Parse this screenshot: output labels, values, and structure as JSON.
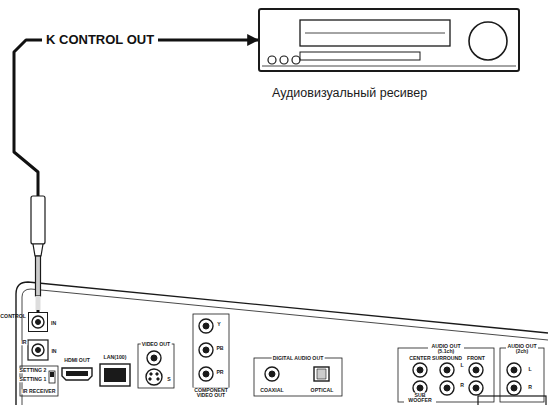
{
  "diagram": {
    "nodes": [
      {
        "text": [
          "Аудиовизуальный ресивер"
        ]
      },
      {
        "text": [
          "CONTROL",
          "IN"
        ]
      }
    ],
    "edges": [
      {
        "from": 1,
        "to": 0,
        "arrow": "to",
        "label": "K CONTROL OUT"
      }
    ],
    "labels": [
      "IR",
      "IN",
      "SETTING 2",
      "SETTING 1",
      "IR RECEIVER",
      "HDMI OUT",
      "LAN(100)",
      "VIDEO OUT",
      "S",
      "Y",
      "PB",
      "PR",
      "COMPONENT VIDEO OUT",
      "DIGITAL AUDIO OUT",
      "COAXIAL",
      "OPTICAL",
      "AUDIO OUT (5.1ch)",
      "CENTER",
      "SURROUND",
      "FRONT",
      "L",
      "R",
      "SUB WOOFER",
      "AUDIO OUT (2ch)",
      "L",
      "R"
    ]
  }
}
